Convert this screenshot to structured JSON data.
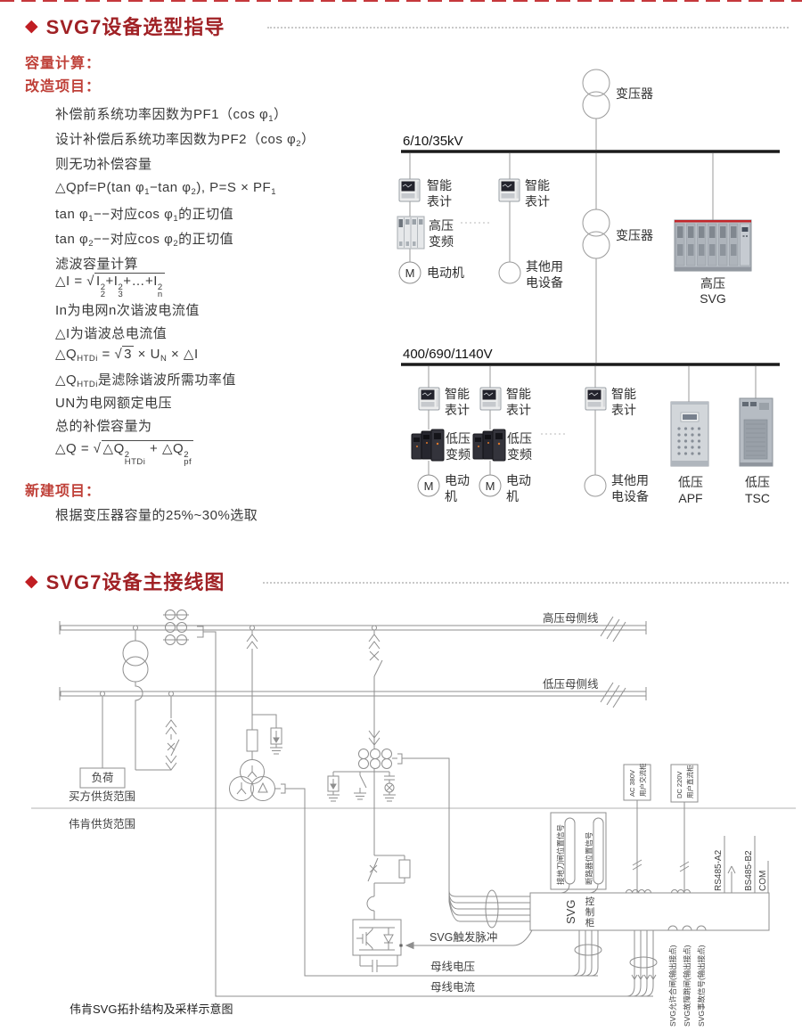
{
  "colors": {
    "title_red": "#a02125",
    "diamond_red": "#c01e23",
    "header_red": "#bf4038",
    "body_text": "#3a3a3a",
    "diagram_gray": "#8f8f8f",
    "bus_black": "#1b1b1b"
  },
  "section1": {
    "title": "SVG7设备选型指导",
    "capacity_header": "容量计算：",
    "retrofit_header": "改造项目：",
    "lines": [
      "补偿前系统功率因数为PF1（cos φ<span class=\"sb\">1</span>）",
      "设计补偿后系统功率因数为PF2（cos φ<span class=\"sb\">2</span>）",
      "则无功补偿容量",
      "△Qpf=P(tan φ<span class=\"sb\">1</span>−tan φ<span class=\"sb\">2</span>), P=S × PF<span class=\"sb\">1</span>",
      "tan φ<span class=\"sb\">1</span>−−对应cos φ<span class=\"sb\">1</span>的正切值",
      "tan φ<span class=\"sb\">2</span>−−对应cos φ<span class=\"sb\">2</span>的正切值",
      "滤波容量计算",
      "△I = √<span class=\"ov\">I<span class=\"ss\"><span>2</span><span>2</span></span>+I<span class=\"ss\"><span>2</span><span>3</span></span>+…+I<span class=\"ss\"><span>2</span><span>n</span></span></span>",
      "In为电网n次谐波电流值",
      "△I为谐波总电流值",
      "△Q<span class=\"sb\">HTDi</span> = √<span class=\"ov\">3</span> × U<span class=\"sb\">N</span> × △I",
      "△Q<span class=\"sb\">HTDi</span>是滤除谐波所需功率值",
      "UN为电网额定电压",
      "总的补偿容量为",
      "△Q = √<span class=\"ov\">△Q<span class=\"ss\"><span>2</span><span>HTDi</span></span> + △Q<span class=\"ss\"><span>2</span><span>pf</span></span></span>"
    ],
    "new_header": "新建项目：",
    "new_note": "根据变压器容量的25%~30%选取"
  },
  "diagram1": {
    "hv_bus": "6/10/35kV",
    "lv_bus": "400/690/1140V",
    "transformer": "变压器",
    "smart_meter": [
      "智能",
      "表计"
    ],
    "hv_vfd": [
      "高压",
      "变频"
    ],
    "lv_vfd": [
      "低压",
      "变频"
    ],
    "motor_letter": "M",
    "motor_hv": "电动机",
    "motor_lv": [
      "电动",
      "机"
    ],
    "other_load": [
      "其他用",
      "电设备"
    ],
    "hv_svg": [
      "高压",
      "SVG"
    ],
    "lv_apf": [
      "低压",
      "APF"
    ],
    "lv_tsc": [
      "低压",
      "TSC"
    ]
  },
  "section2": {
    "title": "SVG7设备主接线图"
  },
  "diagram2": {
    "hv_side": "高压母侧线",
    "lv_side": "低压母侧线",
    "load": "负荷",
    "buyer_scope": "买方供货范围",
    "weiken_scope": "伟肯供货范围",
    "earth_knife_signal": "接地刀闸位置信号",
    "breaker_pos_signal": "断路器位置信号",
    "ac_box": [
      "AC 380V",
      "用户交流柜"
    ],
    "dc_box": [
      "DC 220V",
      "用户直流柜"
    ],
    "rs485": "RS485-A2",
    "bs485": "BS485-B2",
    "com": "COM",
    "cab_en": "SVG",
    "cab_cn": [
      "控",
      "制",
      "柜"
    ],
    "trigger": "SVG触发脉冲",
    "bus_v": "母线电压",
    "bus_i": "母线电流",
    "out_close": "SVG允许合闸(输出接点)",
    "out_trip": "SVG故障跳闸(输出接点)",
    "out_fault": "SVG事故信号(输出接点)",
    "caption": "伟肯SVG拓扑结构及采样示意图"
  }
}
